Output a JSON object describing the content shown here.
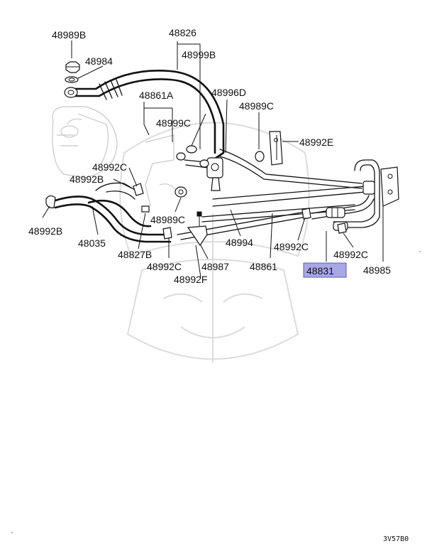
{
  "labels": {
    "p48989B_top": "48989B",
    "p48984": "48984",
    "p48826": "48826",
    "p48999B": "48999B",
    "p48861A": "48861A",
    "p48996D": "48996D",
    "p48989C_top": "48989C",
    "p48999C": "48999C",
    "p48992E": "48992E",
    "p48992C_left": "48992C",
    "p48992B_mid": "48992B",
    "p48992B_left": "48992B",
    "p48035": "48035",
    "p48989C_mid": "48989C",
    "p48827B": "48827B",
    "p48994": "48994",
    "p48992C_mid": "48992C",
    "p48992C_right": "48992C",
    "p48992C_bottom": "48992C",
    "p48987": "48987",
    "p48861": "48861",
    "p48831": "48831",
    "p48985": "48985",
    "p48992F": "48992F"
  },
  "highlighted_part": "48831",
  "highlight_color": "#a9a8e6",
  "drawing_code": "3V57B0"
}
